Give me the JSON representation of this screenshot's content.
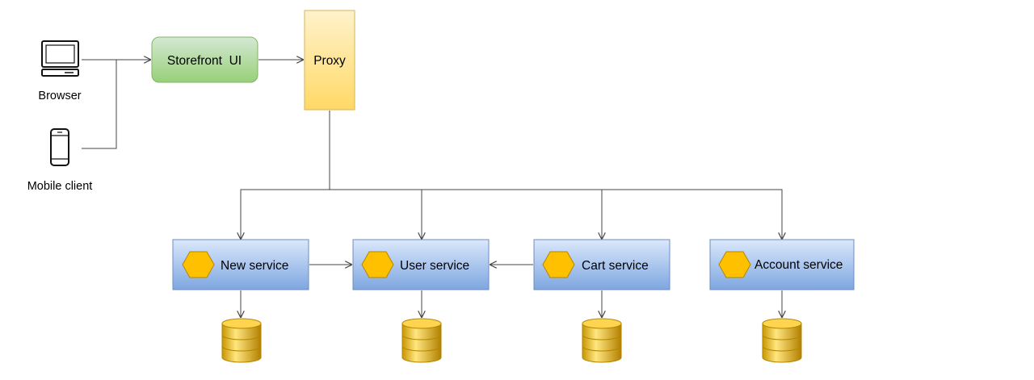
{
  "clients": {
    "browser": {
      "label": "Browser",
      "icon": "monitor-icon"
    },
    "mobile": {
      "label": "Mobile client",
      "icon": "smartphone-icon"
    }
  },
  "storefront": {
    "label": "Storefront  UI",
    "fill": "#d5e8d4",
    "stroke": "#82b366"
  },
  "proxy": {
    "label": "Proxy",
    "fill": "#ffe599",
    "stroke": "#d6b656"
  },
  "services": [
    {
      "label": "New service"
    },
    {
      "label": "User service"
    },
    {
      "label": "Cart service"
    },
    {
      "label": "Account service"
    }
  ],
  "service_style": {
    "fill_top": "#dae8fc",
    "fill_bottom": "#7ea6e0",
    "stroke": "#6c8ebf",
    "hexagon": "#ffc000",
    "hexagon_stroke": "#b38600"
  },
  "database": {
    "icon": "database-icon",
    "fill": "#e0b000",
    "stroke": "#b38600"
  },
  "connector_color": "#444444"
}
